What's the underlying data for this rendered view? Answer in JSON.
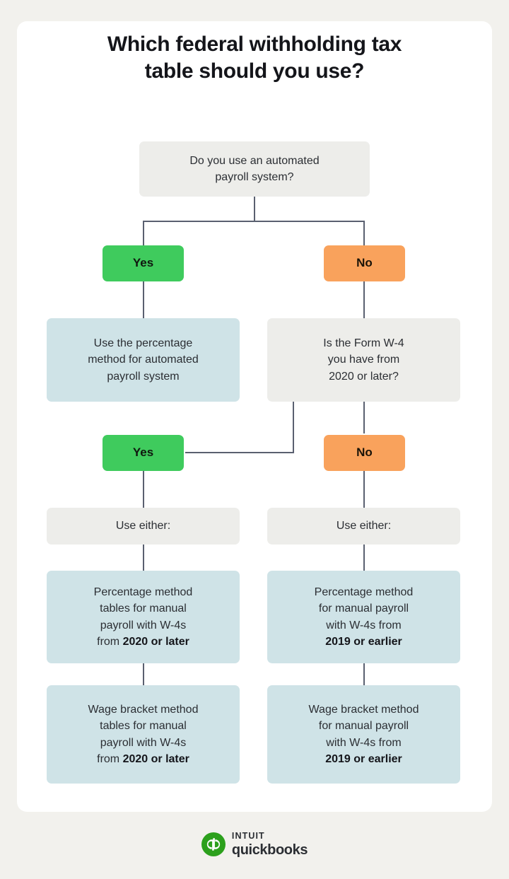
{
  "page": {
    "background_color": "#F2F1ED",
    "card_color": "#FFFFFF"
  },
  "header": {
    "title_line1": "Which federal withholding tax",
    "title_line2": "table should you use?"
  },
  "colors": {
    "yes_green": "#3FCB5D",
    "no_orange": "#F9A25C",
    "question_gray": "#EDEDEA",
    "result_blue": "#CFE3E7",
    "connector": "#5A6070",
    "brand_green": "#2CA01C"
  },
  "flow": {
    "root_question": {
      "line1": "Do you use an automated",
      "line2": "payroll system?"
    },
    "branch1": {
      "yes_label": "Yes",
      "no_label": "No"
    },
    "yes_result": {
      "line1": "Use the percentage",
      "line2": "method for automated",
      "line3": "payroll system"
    },
    "no_question": {
      "line1": "Is the Form W-4",
      "line2": "you have from",
      "line3": "2020 or later?"
    },
    "branch2": {
      "yes_label": "Yes",
      "no_label": "No"
    },
    "use_either_left": "Use either:",
    "use_either_right": "Use either:",
    "results_left": [
      {
        "line1": "Percentage method",
        "line2": "tables for manual",
        "line3": "payroll with W-4s",
        "line4_prefix": "from ",
        "line4_bold": "2020 or later"
      },
      {
        "line1": "Wage bracket method",
        "line2": "tables for manual",
        "line3": "payroll with W-4s",
        "line4_prefix": "from ",
        "line4_bold": "2020 or later"
      }
    ],
    "results_right": [
      {
        "line1": "Percentage method",
        "line2": "for manual payroll",
        "line3": "with W-4s from",
        "line4_prefix": "",
        "line4_bold": "2019 or earlier"
      },
      {
        "line1": "Wage bracket method",
        "line2": "for manual payroll",
        "line3": "with W-4s from",
        "line4_prefix": "",
        "line4_bold": "2019 or earlier"
      }
    ]
  },
  "footer": {
    "brand_top": "INTUIT",
    "brand_name": "quickbooks",
    "logo_glyph": "qb"
  }
}
